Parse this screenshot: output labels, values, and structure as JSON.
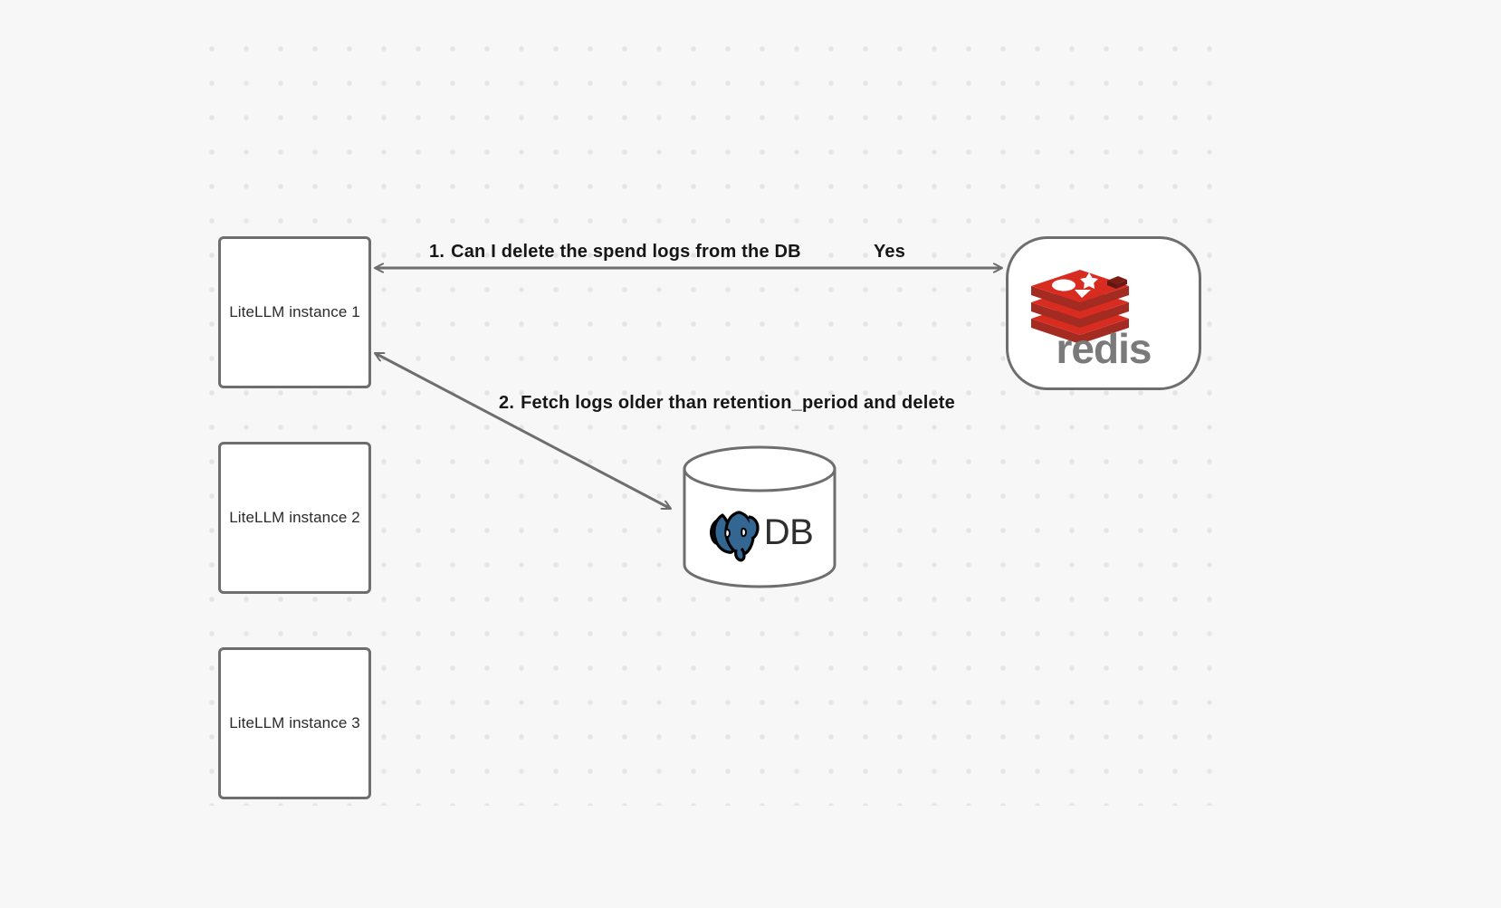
{
  "canvas": {
    "background_color": "#f7f7f8",
    "dot_color": "#e5e5e7",
    "stroke_color": "#6e6e6e"
  },
  "nodes": [
    {
      "id": "litellm-1",
      "label": "LiteLLM instance 1",
      "shape": "rounded-rect"
    },
    {
      "id": "litellm-2",
      "label": "LiteLLM instance 2",
      "shape": "rounded-rect"
    },
    {
      "id": "litellm-3",
      "label": "LiteLLM instance 3",
      "shape": "rounded-rect"
    },
    {
      "id": "redis",
      "label": "redis",
      "shape": "stadium",
      "logo": "redis-logo",
      "brand_color": "#d82c20"
    },
    {
      "id": "postgres",
      "label": "DB",
      "shape": "cylinder",
      "logo": "postgresql-elephant-icon",
      "brand_color": "#336791"
    }
  ],
  "edges": [
    {
      "id": "edge-1",
      "from": "litellm-1",
      "to": "redis",
      "direction": "bidirectional",
      "label": "1.",
      "text": "Can I delete the spend logs from the DB",
      "reply": "Yes"
    },
    {
      "id": "edge-2",
      "from": "litellm-1",
      "to": "postgres",
      "direction": "bidirectional",
      "label": "2.",
      "text": "Fetch logs older than retention_period and delete"
    }
  ],
  "redis": {
    "wordmark": "redis"
  },
  "postgres": {
    "label": "DB"
  }
}
